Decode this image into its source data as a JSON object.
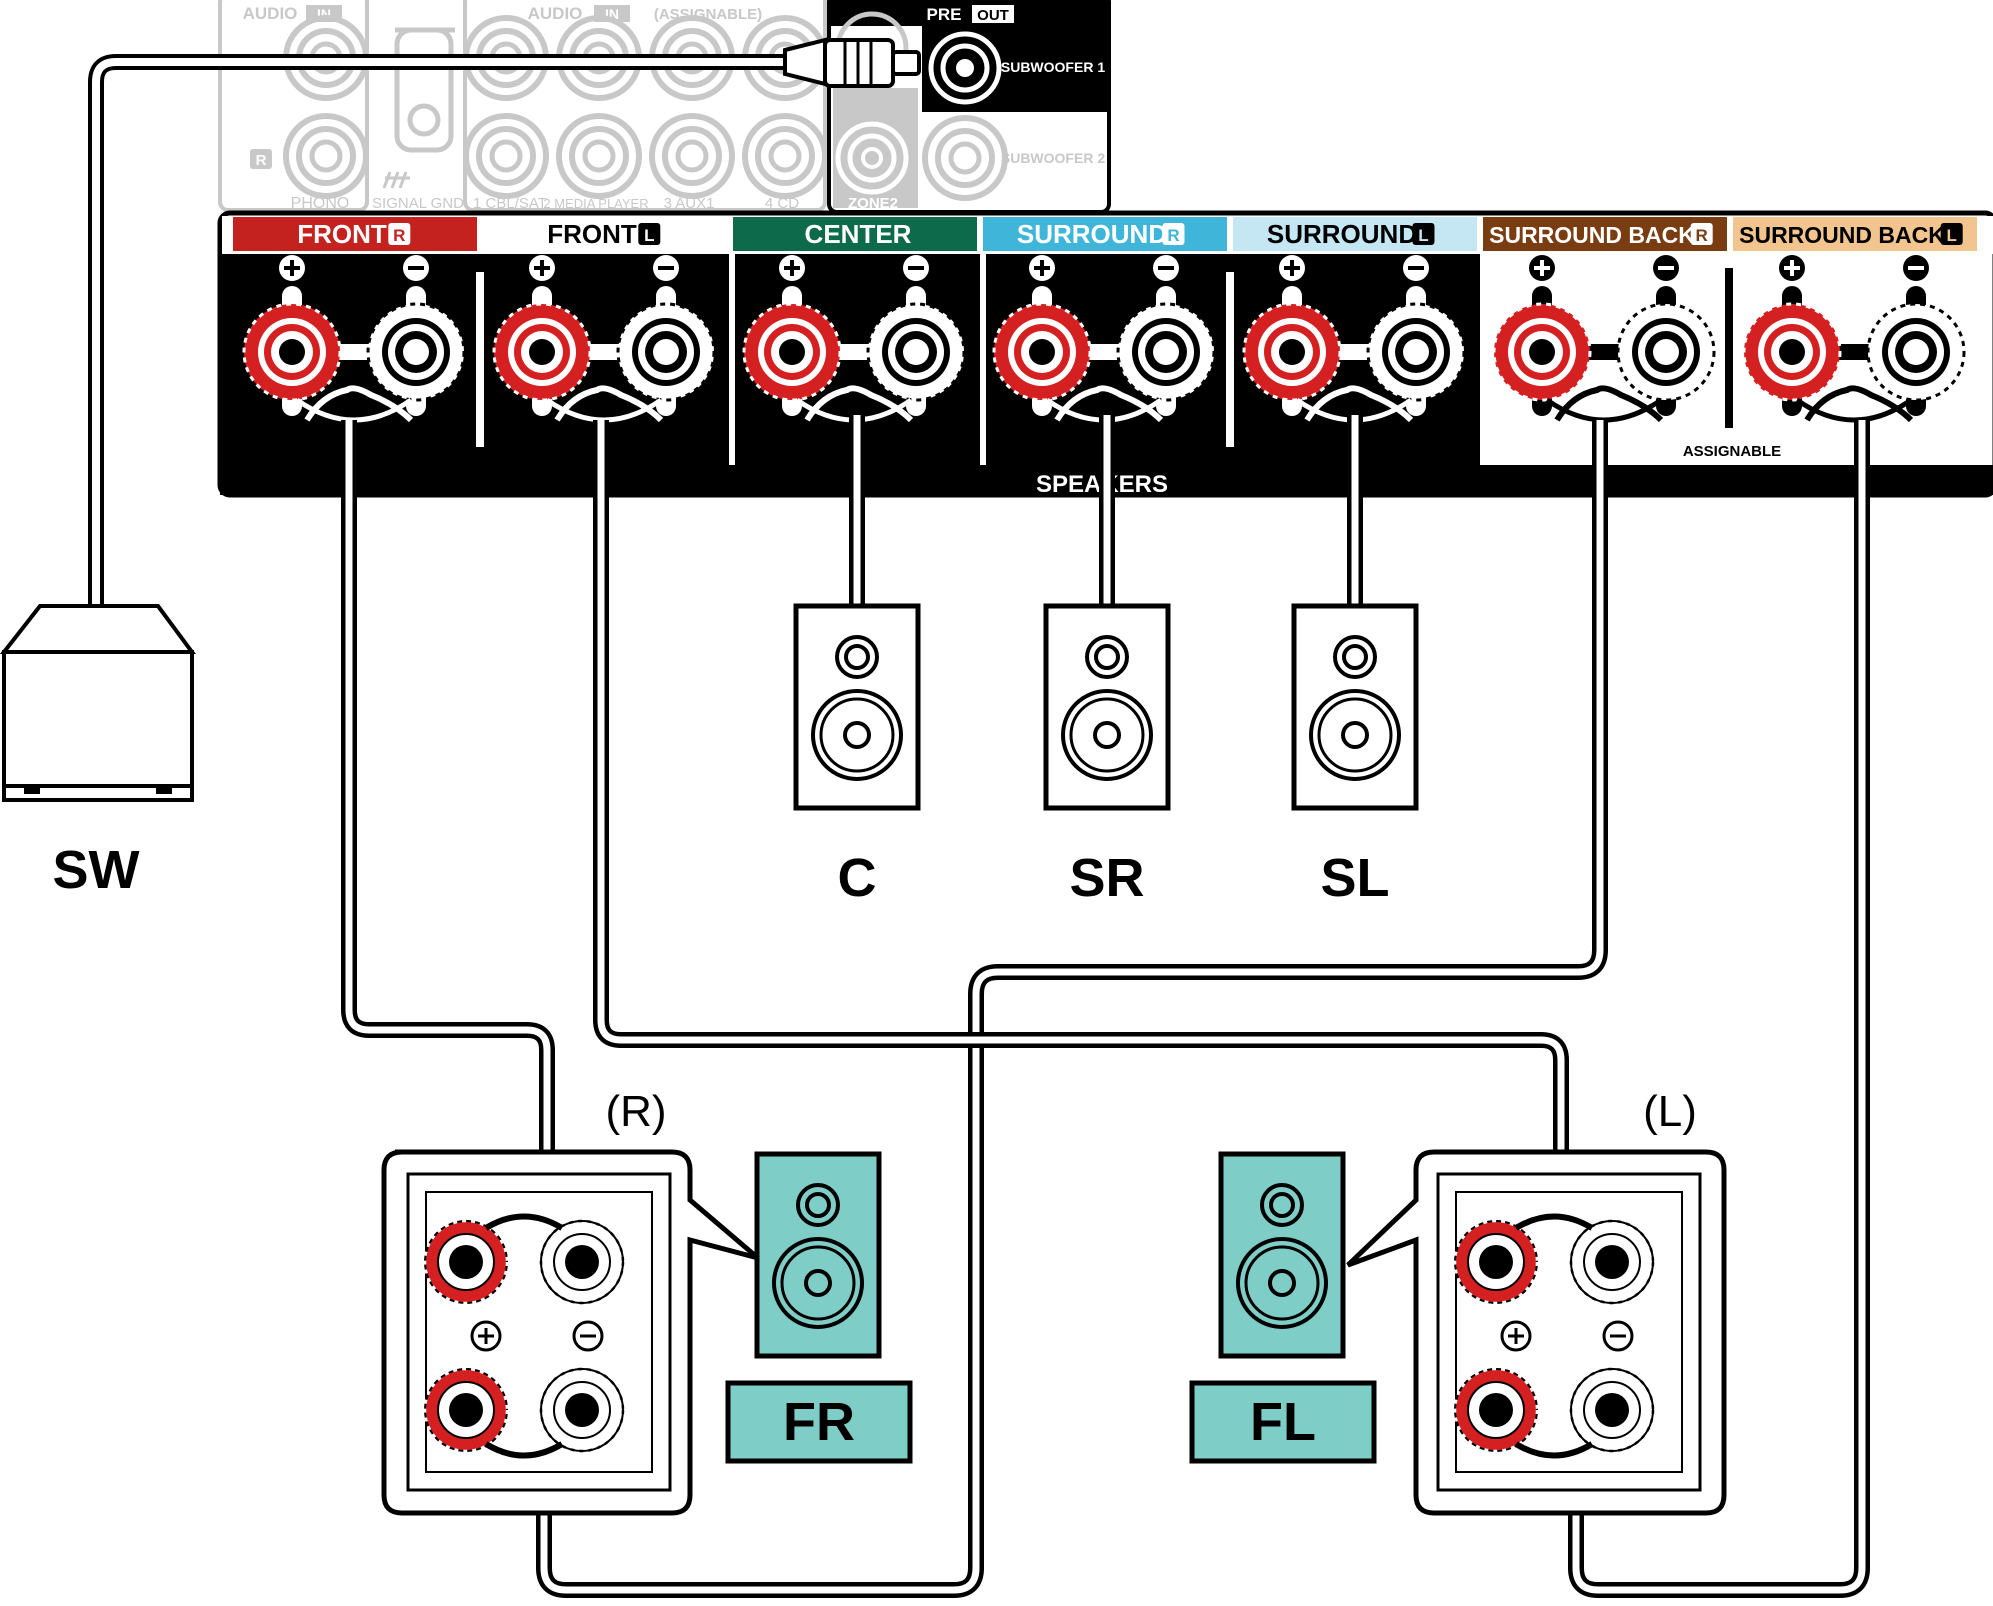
{
  "panel": {
    "audio_in_label": "AUDIO",
    "in_label": "IN",
    "assignable_note": "(ASSIGNABLE)",
    "pre_label": "PRE",
    "out_label": "OUT",
    "subwoofer1": "SUBWOOFER 1",
    "subwoofer2": "SUBWOOFER 2",
    "zone2": "ZONE2",
    "r_mark": "R",
    "phono": "PHONO",
    "signal_gnd": "SIGNAL GND",
    "cbl_sat": "1 CBL/SAT",
    "media_player": "2 MEDIA PLAYER",
    "aux1": "3 AUX1",
    "cd": "4 CD",
    "speakers": "SPEAKERS",
    "assignable": "ASSIGNABLE"
  },
  "terminal_groups": [
    {
      "label": "FRONT",
      "channel": "R",
      "bg": "#c4221f",
      "fg": "#ffffff"
    },
    {
      "label": "FRONT",
      "channel": "L",
      "bg": "#ffffff",
      "fg": "#000000"
    },
    {
      "label": "CENTER",
      "channel": "",
      "bg": "#0d6b4b",
      "fg": "#ffffff"
    },
    {
      "label": "SURROUND",
      "channel": "R",
      "bg": "#3fb6d9",
      "fg": "#ffffff"
    },
    {
      "label": "SURROUND",
      "channel": "L",
      "bg": "#c5e6f3",
      "fg": "#000000"
    },
    {
      "label": "SURROUND BACK",
      "channel": "R",
      "bg": "#7a3d12",
      "fg": "#ffffff"
    },
    {
      "label": "SURROUND BACK",
      "channel": "L",
      "bg": "#f2c48e",
      "fg": "#000000"
    }
  ],
  "speaker_labels": {
    "sw": "SW",
    "c": "C",
    "sr": "SR",
    "sl": "SL",
    "fr": "FR",
    "fl": "FL",
    "r_side": "(R)",
    "l_side": "(L)"
  },
  "colors": {
    "positive_terminal": "#d42020",
    "front_speaker_fill": "#7ecdc6",
    "panel_black": "#000000",
    "faded_gray": "#c8c8c8"
  }
}
